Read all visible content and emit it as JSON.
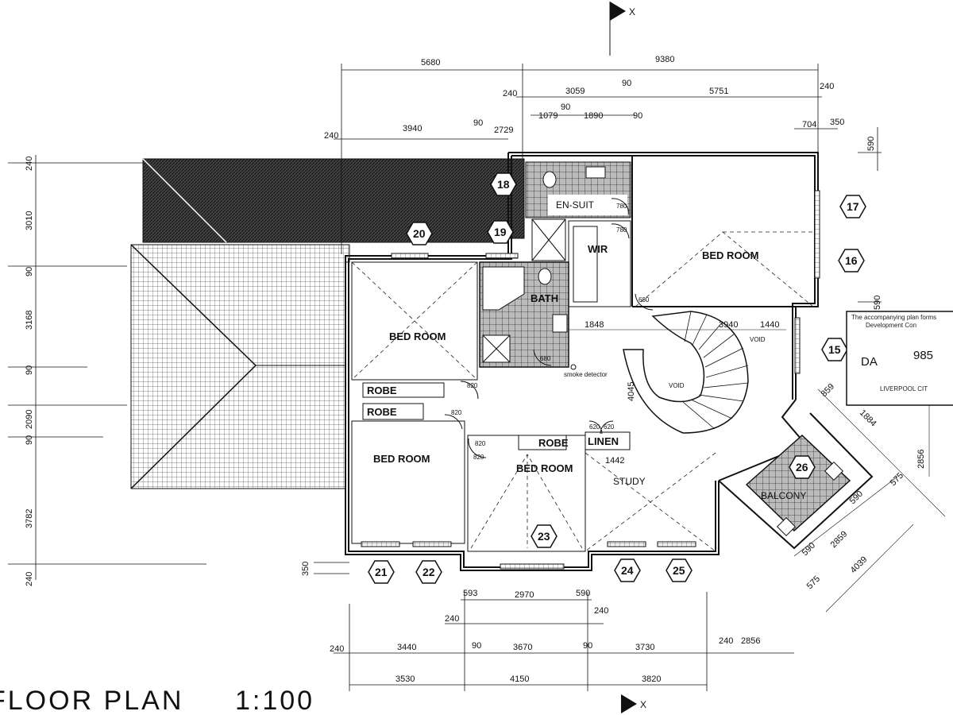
{
  "title": "FLOOR PLAN",
  "scale": "1:100",
  "section_marker": "X",
  "rooms": {
    "ensuite": "EN-SUIT",
    "wir": "WIR",
    "bed_master": "BED ROOM",
    "bed_left": "BED ROOM",
    "bath": "BATH",
    "robe_1": "ROBE",
    "robe_2": "ROBE",
    "bed_lower_left": "BED ROOM",
    "robe_3": "ROBE",
    "linen": "LINEN",
    "bed_center": "BED ROOM",
    "study": "STUDY",
    "void_stair": "VOID",
    "void_small": "VOID",
    "balcony": "BALCONY",
    "smoke_detector": "smoke detector"
  },
  "hex_tags": [
    "15",
    "16",
    "17",
    "18",
    "19",
    "20",
    "21",
    "22",
    "23",
    "24",
    "25",
    "26"
  ],
  "dimensions": {
    "top_row1": [
      "5680",
      "9380"
    ],
    "top_row2": [
      "240",
      "3059",
      "90",
      "5751",
      "240"
    ],
    "top_row3": [
      "1079",
      "90",
      "1890",
      "90"
    ],
    "top_row4": [
      "240",
      "3940",
      "90",
      "2729",
      "704",
      "350"
    ],
    "right_upper": [
      "590",
      "590"
    ],
    "left_vertical": [
      "240",
      "3010",
      "90",
      "3168",
      "90",
      "2090",
      "90",
      "3782",
      "240"
    ],
    "interior": [
      "1848",
      "3940",
      "1440",
      "4045",
      "1442"
    ],
    "bottom_row1": [
      "593",
      "2970",
      "590"
    ],
    "bottom_row2": [
      "240",
      "240"
    ],
    "bottom_row3": [
      "240",
      "3440",
      "90",
      "3670",
      "90",
      "3730",
      "240",
      "2856"
    ],
    "bottom_row4": [
      "3530",
      "4150",
      "3820"
    ],
    "left_low": "350",
    "balcony": [
      "859",
      "1884",
      "2856",
      "575",
      "590",
      "2859",
      "590",
      "4039",
      "575"
    ],
    "door_sizes": [
      "780",
      "780",
      "680",
      "680",
      "820",
      "820",
      "820",
      "820",
      "620",
      "620"
    ]
  },
  "stamp": {
    "line1": "The accompanying plan forms",
    "line2": "Development Con",
    "label": "DA",
    "number": "985",
    "council": "LIVERPOOL CIT"
  }
}
